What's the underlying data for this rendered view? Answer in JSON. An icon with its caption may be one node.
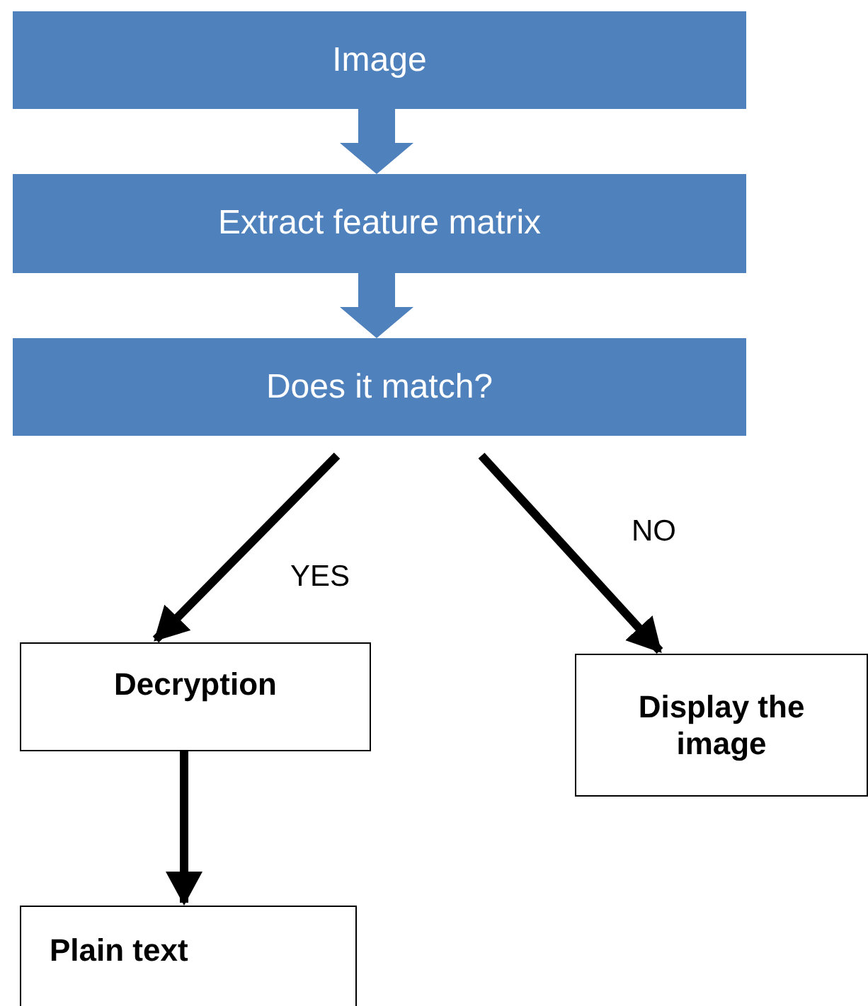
{
  "diagram": {
    "nodes": [
      {
        "text": [
          "Image"
        ]
      },
      {
        "text": [
          "Extract feature matrix"
        ]
      },
      {
        "text": [
          "Does it match?"
        ]
      },
      {
        "text": [
          "Decryption"
        ]
      },
      {
        "text": [
          "Display the image"
        ]
      },
      {
        "text": [
          "Plain text"
        ]
      }
    ],
    "edges": [
      {
        "from": 0,
        "to": 1,
        "arrow": "to",
        "color": "#4f81bd"
      },
      {
        "from": 1,
        "to": 2,
        "arrow": "to",
        "color": "#4f81bd"
      },
      {
        "from": 2,
        "to": 3,
        "arrow": "to",
        "label": "YES"
      },
      {
        "from": 2,
        "to": 4,
        "arrow": "to",
        "label": "NO"
      },
      {
        "from": 3,
        "to": 5,
        "arrow": "to"
      }
    ]
  }
}
